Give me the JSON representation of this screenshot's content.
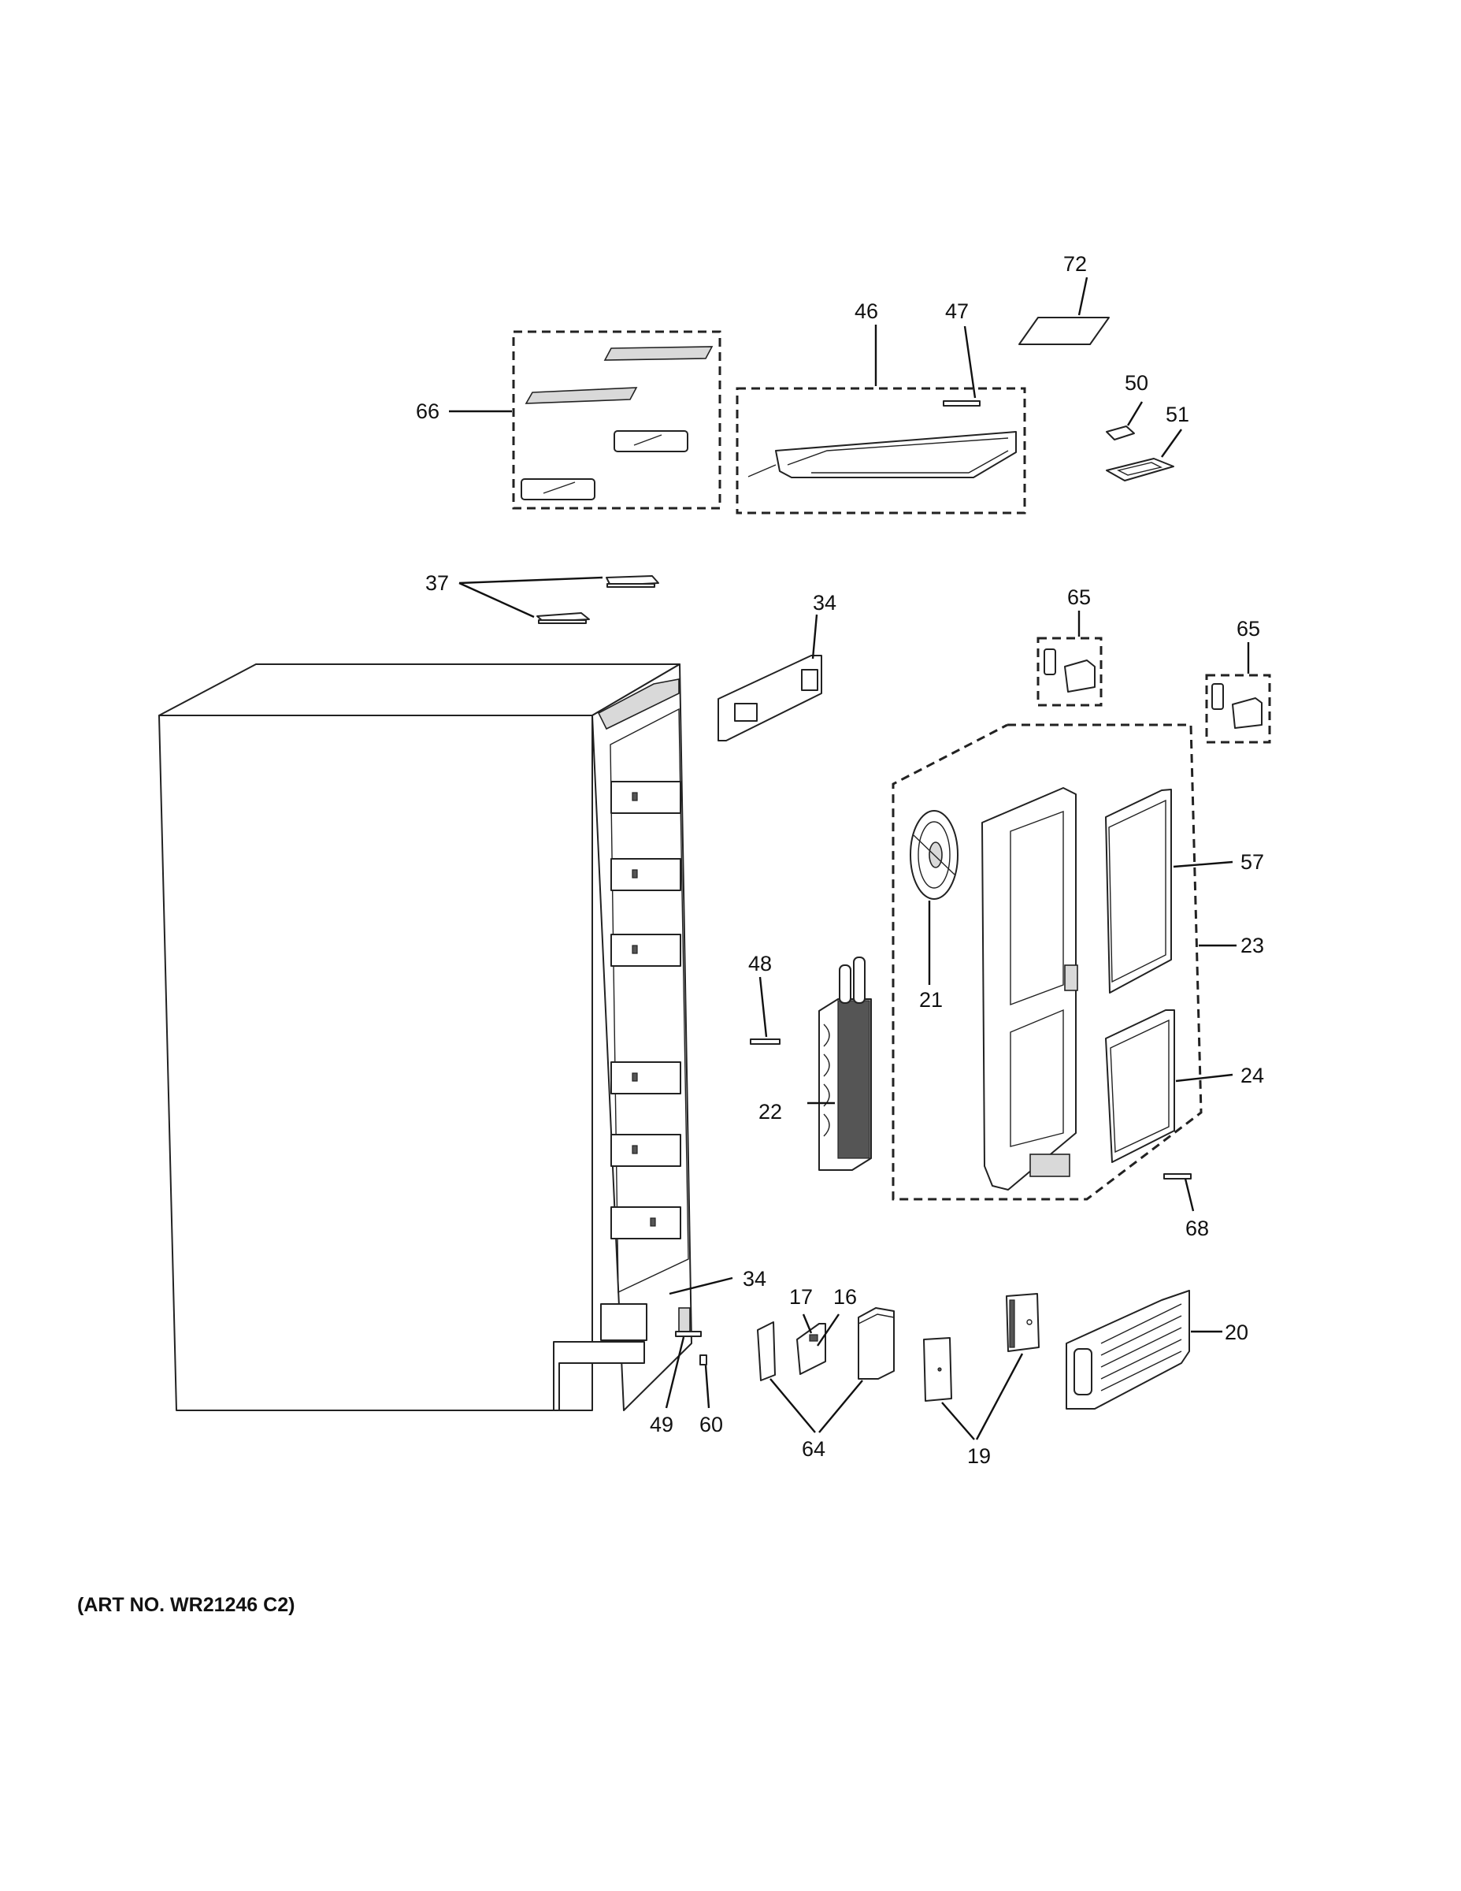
{
  "diagram": {
    "art_number": "(ART NO. WR21246 C2)",
    "callouts": {
      "c72": "72",
      "c46": "46",
      "c47": "47",
      "c66": "66",
      "c50": "50",
      "c51": "51",
      "c37": "37",
      "c34a": "34",
      "c65a": "65",
      "c65b": "65",
      "c57": "57",
      "c23": "23",
      "c21": "21",
      "c48": "48",
      "c22": "22",
      "c24": "24",
      "c68": "68",
      "c34b": "34",
      "c17": "17",
      "c16": "16",
      "c20": "20",
      "c49": "49",
      "c60": "60",
      "c64": "64",
      "c19": "19"
    }
  }
}
